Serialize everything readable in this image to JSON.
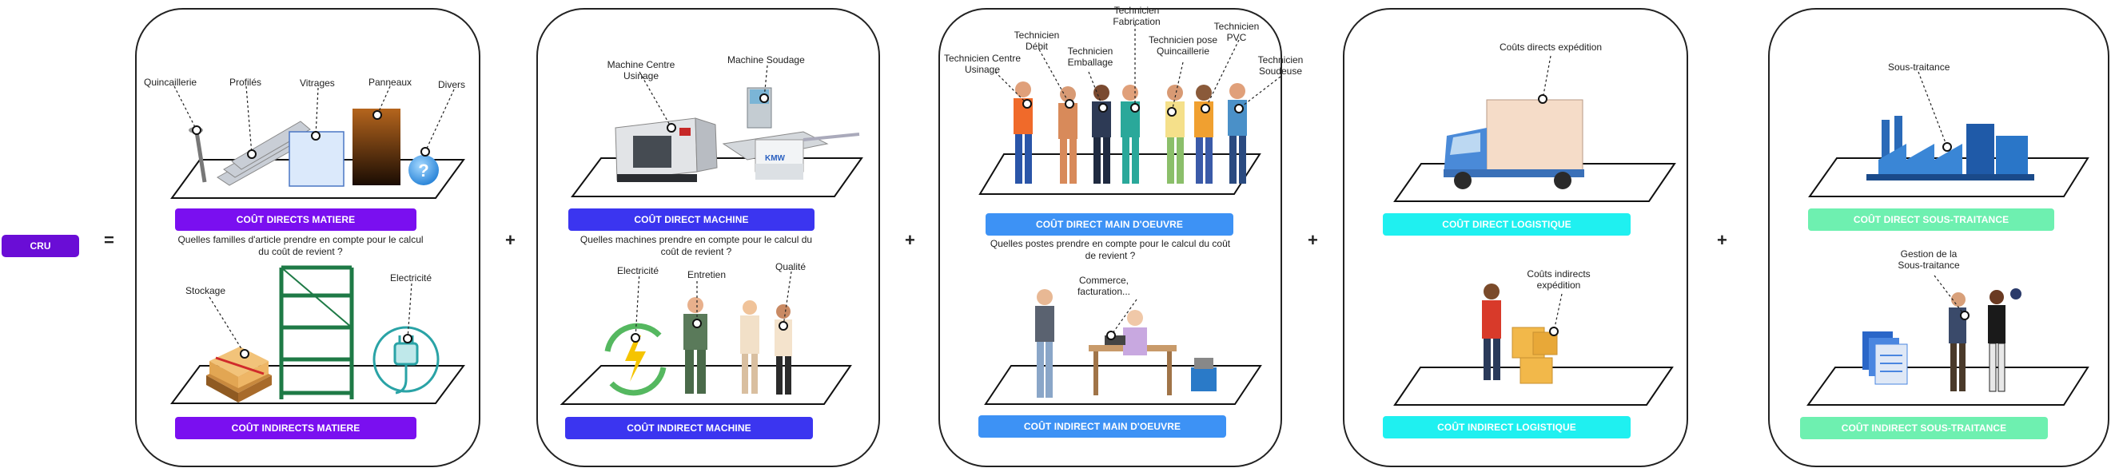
{
  "cru_label": "CRU",
  "operators": {
    "equals": "=",
    "plus": "+"
  },
  "materials": {
    "direct_bar": "COÛT DIRECTS MATIERE",
    "indirect_bar": "COÛT INDIRECTS MATIERE",
    "question": "Quelles familles d'article prendre en compte pour le calcul du coût de revient ?",
    "direct_items": [
      "Quincaillerie",
      "Profilés",
      "Vitrages",
      "Panneaux",
      "Divers"
    ],
    "indirect_items": [
      "Stockage",
      "Electricité"
    ]
  },
  "machines": {
    "direct_bar": "COÛT DIRECT MACHINE",
    "indirect_bar": "COÛT  INDIRECT MACHINE",
    "question": "Quelles machines prendre en compte pour le calcul du coût de revient ?",
    "direct_items": [
      "Machine Centre Usinage",
      "Machine Soudage"
    ],
    "indirect_items": [
      "Electricité",
      "Entretien",
      "Qualité"
    ],
    "machine_brand": "KMW"
  },
  "labor": {
    "direct_bar": "COÛT DIRECT MAIN D'OEUVRE",
    "indirect_bar": "COÛT INDIRECT MAIN D'OEUVRE",
    "question": "Quelles postes prendre en compte pour le calcul du coût de revient ?",
    "direct_items": [
      "Technicien Centre Usinage",
      "Technicien Débit",
      "Technicien Emballage",
      "Technicien Fabrication",
      "Technicien pose Quincaillerie",
      "Technicien PVC",
      "Technicien Soudeuse"
    ],
    "indirect_items": [
      "Commerce, facturation..."
    ]
  },
  "logistics": {
    "direct_bar": "COÛT DIRECT LOGISTIQUE",
    "indirect_bar": "COÛT INDIRECT LOGISTIQUE",
    "direct_items": [
      "Coûts directs expédition"
    ],
    "indirect_items": [
      "Coûts indirects expédition"
    ]
  },
  "subcontracting": {
    "direct_bar": "COÛT DIRECT SOUS-TRAITANCE",
    "indirect_bar": "COÛT INDIRECT SOUS-TRAITANCE",
    "direct_items": [
      "Sous-traitance"
    ],
    "indirect_items": [
      "Gestion de la Sous-traitance"
    ]
  },
  "colors": {
    "materials": "#7a0ff0",
    "machines": "#3b35f0",
    "labor": "#3d92f5",
    "logistics": "#1ff0f0",
    "subcontracting": "#6ef0b0",
    "cru": "#6a0dd6"
  }
}
